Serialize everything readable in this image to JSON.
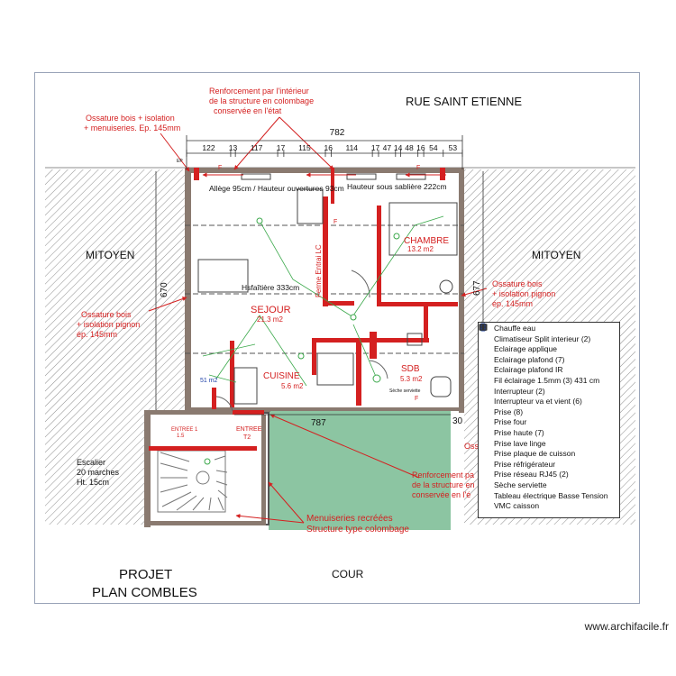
{
  "street": "RUE SAINT ETIENNE",
  "court": "COUR",
  "project": {
    "line1": "PROJET",
    "line2": "PLAN COMBLES"
  },
  "mitoyen_left": "MITOYEN",
  "mitoyen_right": "MITOYEN",
  "dimensions": {
    "total_top": "782",
    "segments": [
      "122",
      "13",
      "117",
      "17",
      "115",
      "16",
      "114",
      "17",
      "47",
      "14",
      "48",
      "16",
      "54",
      "53"
    ],
    "left_height": "670",
    "right_height": "677",
    "court_width": "787",
    "court_right": "30"
  },
  "notes": {
    "ossature_top_1": "Ossature bois + isolation",
    "ossature_top_2": "+ menuiseries. Ep. 145mm",
    "renfort_top_1": "Renforcement par l'intérieur",
    "renfort_top_2": "de la structure en colombage",
    "renfort_top_3": "conservée en l'état",
    "allege": "Allège 95cm / Hauteur ouvertures 93cm",
    "sabliere": "Hauteur sous sablière 222cm",
    "hsfaitiere": "Hsfaîtière 333cm",
    "ferme": "Ferme Entrai LC",
    "ossature_left_1": "Ossature bois",
    "ossature_left_2": "+ isolation pignon",
    "ossature_left_3": "ép. 145mm",
    "ossature_right_1": "Ossature bois",
    "ossature_right_2": "+ isolation pignon",
    "ossature_right_3": "ép. 145mm",
    "ossature_right_cut": "Oss",
    "renfort_bottom_1": "Renforcement pa",
    "renfort_bottom_2": "de la structure en",
    "renfort_bottom_3": "conservée en l'é",
    "menuiseries_1": "Menuiseries recréées",
    "menuiseries_2": "Structure type colombage",
    "escalier_1": "Escalier",
    "escalier_2": "20 marches",
    "escalier_3": "Ht. 15cm",
    "seche": "Sèche serviette",
    "window_f": "F",
    "ep": "EP",
    "area_51": "51 m2"
  },
  "rooms": {
    "chambre": {
      "name": "CHAMBRE",
      "area": "13.2 m2"
    },
    "sejour": {
      "name": "SEJOUR",
      "area": "21.3 m2"
    },
    "cuisine": {
      "name": "CUISINE",
      "area": "5.6 m2"
    },
    "sdb": {
      "name": "SDB",
      "area": "5.3 m2"
    },
    "entree1": {
      "name": "ENTREE 1",
      "area": "1.5"
    },
    "entree2": {
      "name": "ENTREE",
      "area": "T2"
    }
  },
  "legend": [
    {
      "icon": "water-heater-icon",
      "label": "Chauffe eau"
    },
    {
      "icon": "ac-unit-icon",
      "label": "Climatiseur Split interieur (2)"
    },
    {
      "icon": "wall-light-icon",
      "label": "Eclairage applique"
    },
    {
      "icon": "ceiling-light-icon",
      "label": "Eclairage plafond (7)"
    },
    {
      "icon": "ceiling-light-ir-icon",
      "label": "Eclairage plafond IR"
    },
    {
      "icon": "wire-icon",
      "label": "Fil éclairage 1.5mm (3) 431 cm"
    },
    {
      "icon": "switch-icon",
      "label": "Interrupteur (2)"
    },
    {
      "icon": "two-way-switch-icon",
      "label": "Interrupteur va et vient (6)"
    },
    {
      "icon": "socket-icon",
      "label": "Prise (8)"
    },
    {
      "icon": "oven-socket-icon",
      "label": "Prise four"
    },
    {
      "icon": "high-socket-icon",
      "label": "Prise haute (7)"
    },
    {
      "icon": "washer-socket-icon",
      "label": "Prise lave linge"
    },
    {
      "icon": "hob-socket-icon",
      "label": "Prise plaque de cuisson"
    },
    {
      "icon": "fridge-socket-icon",
      "label": "Prise réfrigérateur"
    },
    {
      "icon": "network-socket-icon",
      "label": "Prise réseau RJ45 (2)"
    },
    {
      "icon": "towel-dryer-icon",
      "label": "Sèche serviette"
    },
    {
      "icon": "electric-panel-icon",
      "label": "Tableau électrique Basse Tension"
    },
    {
      "icon": "vmc-icon",
      "label": "VMC caisson"
    }
  ],
  "watermark": "www.archifacile.fr",
  "colors": {
    "red": "#d42020",
    "court": "#7fbf98",
    "wall": "#8a7a70",
    "hatch": "#8c8c8c"
  }
}
